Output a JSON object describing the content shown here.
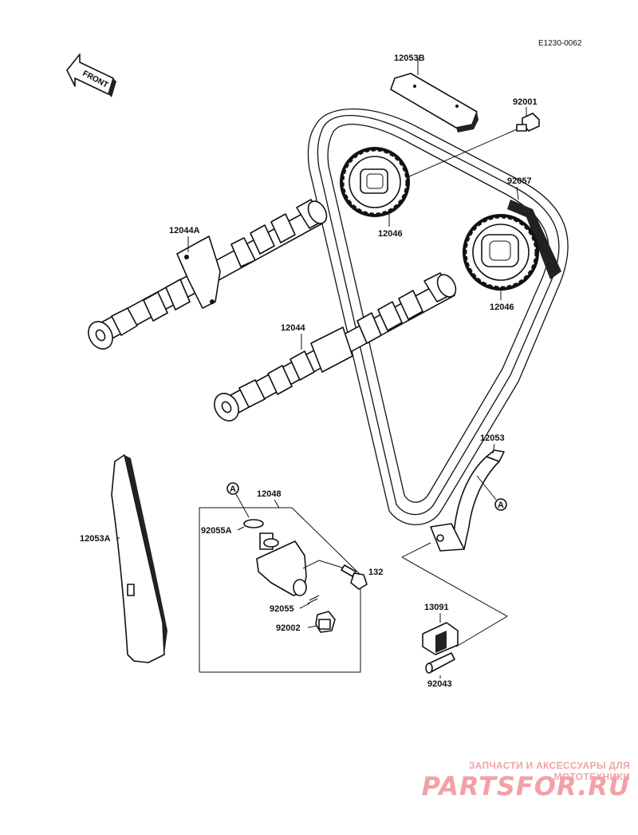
{
  "diagram_code": "E1230-0062",
  "front_label": "FRONT",
  "parts": {
    "p12053B": "12053B",
    "p92001": "92001",
    "p12046_top": "12046",
    "p92057": "92057",
    "p12046_right": "12046",
    "p12044A": "12044A",
    "p12044": "12044",
    "p12053": "12053",
    "p12053A": "12053A",
    "p12048": "12048",
    "p92055A": "92055A",
    "p132": "132",
    "p92055": "92055",
    "p92002": "92002",
    "p13091": "13091",
    "p92043": "92043"
  },
  "callouts": {
    "a_left": "A",
    "a_right": "A"
  },
  "watermark": {
    "tagline": "ЗАПЧАСТИ И АКСЕССУАРЫ ДЛЯ МОТОТЕХНИКИ",
    "brand": "PARTSFOR.RU"
  }
}
